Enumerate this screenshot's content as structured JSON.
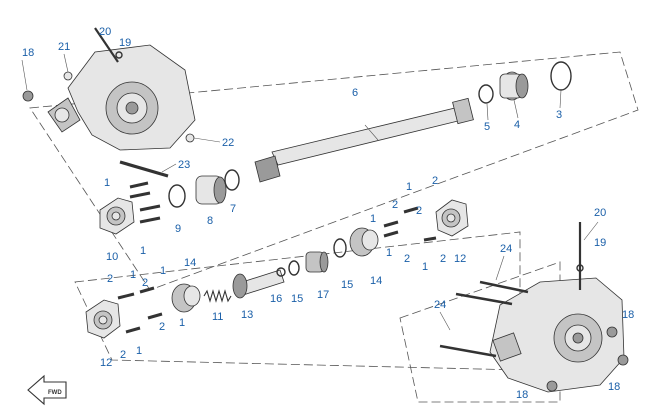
{
  "callouts": [
    {
      "id": "c-20-top",
      "label": "20"
    },
    {
      "id": "c-19-top",
      "label": "19"
    },
    {
      "id": "c-18-top",
      "label": "18"
    },
    {
      "id": "c-21",
      "label": "21"
    },
    {
      "id": "c-22",
      "label": "22"
    },
    {
      "id": "c-23",
      "label": "23"
    },
    {
      "id": "c-6",
      "label": "6"
    },
    {
      "id": "c-5",
      "label": "5"
    },
    {
      "id": "c-4",
      "label": "4"
    },
    {
      "id": "c-3",
      "label": "3"
    },
    {
      "id": "c-1-a",
      "label": "1"
    },
    {
      "id": "c-9",
      "label": "9"
    },
    {
      "id": "c-8",
      "label": "8"
    },
    {
      "id": "c-7",
      "label": "7"
    },
    {
      "id": "c-10",
      "label": "10"
    },
    {
      "id": "c-1-b",
      "label": "1"
    },
    {
      "id": "c-1-c",
      "label": "1"
    },
    {
      "id": "c-2-a",
      "label": "2"
    },
    {
      "id": "c-2-b",
      "label": "2"
    },
    {
      "id": "c-1-d",
      "label": "1"
    },
    {
      "id": "c-2-c",
      "label": "2"
    },
    {
      "id": "c-1-e",
      "label": "1"
    },
    {
      "id": "c-2-d",
      "label": "2"
    },
    {
      "id": "c-1-f",
      "label": "1"
    },
    {
      "id": "c-2-e",
      "label": "2"
    },
    {
      "id": "c-12-right",
      "label": "12"
    },
    {
      "id": "c-14-right",
      "label": "14"
    },
    {
      "id": "c-15-right",
      "label": "15"
    },
    {
      "id": "c-17",
      "label": "17"
    },
    {
      "id": "c-15-left",
      "label": "15"
    },
    {
      "id": "c-16",
      "label": "16"
    },
    {
      "id": "c-13",
      "label": "13"
    },
    {
      "id": "c-11",
      "label": "11"
    },
    {
      "id": "c-14-left",
      "label": "14"
    },
    {
      "id": "c-2-f",
      "label": "2"
    },
    {
      "id": "c-1-g",
      "label": "1"
    },
    {
      "id": "c-2-g",
      "label": "2"
    },
    {
      "id": "c-1-h",
      "label": "1"
    },
    {
      "id": "c-2-h",
      "label": "2"
    },
    {
      "id": "c-1-i",
      "label": "1"
    },
    {
      "id": "c-12-left",
      "label": "12"
    },
    {
      "id": "c-2-i",
      "label": "2"
    },
    {
      "id": "c-1-j",
      "label": "1"
    },
    {
      "id": "c-20-bottom",
      "label": "20"
    },
    {
      "id": "c-19-bottom",
      "label": "19"
    },
    {
      "id": "c-24-a",
      "label": "24"
    },
    {
      "id": "c-24-b",
      "label": "24"
    },
    {
      "id": "c-18-b1",
      "label": "18"
    },
    {
      "id": "c-18-b2",
      "label": "18"
    },
    {
      "id": "c-18-b3",
      "label": "18"
    }
  ],
  "direction_marker": {
    "label": "FWD"
  }
}
